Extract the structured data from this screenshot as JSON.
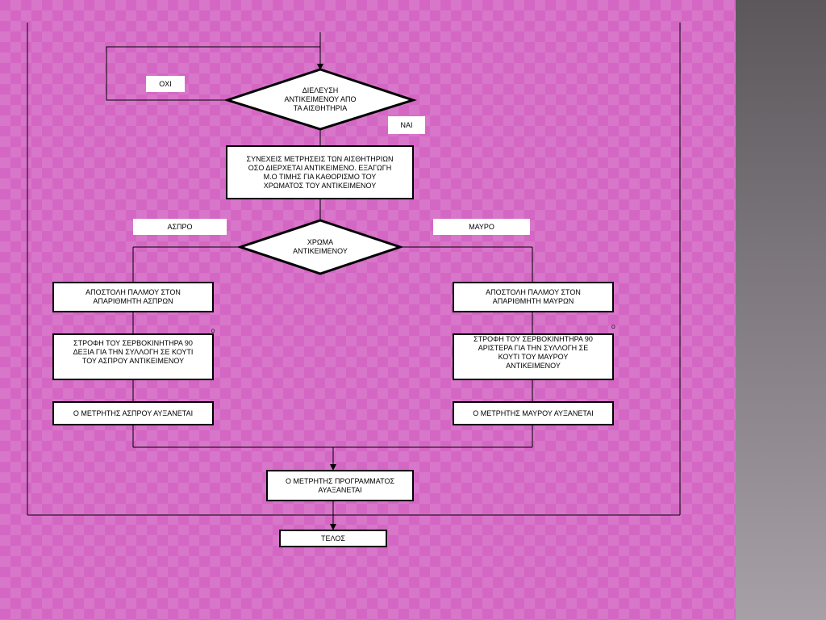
{
  "nodes": {
    "object_pass": "ΔΙΕΛΕΥΣΗ\nΑΝΤΙΚΕΙΜΕΝΟΥ ΑΠΟ\nΤΑ ΑΙΣΘΗΤΗΡΙΑ",
    "continuous_measure": "ΣΥΝΕΧΕΙΣ  ΜΕΤΡΗΣΕΙΣ ΤΩΝ ΑΙΣΘΗΤΗΡΙΩΝ\nΟΣΟ ΔΙΕΡΧΕΤΑΙ ΑΝΤΙΚΕΙΜΕΝΟ.  ΕΞΑΓΩΓΗ\nΜ.Ο ΤΙΜΗΣ ΓΙΑ ΚΑΘΟΡΙΣΜΟ ΤΟΥ\nΧΡΩΜΑΤΟΣ ΤΟΥ ΑΝΤΙΚΕΙΜΕΝΟΥ",
    "object_color": "ΧΡΩΜΑ\nΑΝΤΙΚΕΙΜΕΝΟΥ",
    "pulse_white": "ΑΠΟΣΤΟΛΗ ΠΑΛΜΟΥ ΣΤΟΝ\nΑΠΑΡΙΘΜΗΤΗ ΑΣΠΡΩΝ",
    "pulse_black": "ΑΠΟΣΤΟΛΗ ΠΑΛΜΟΥ ΣΤΟΝ\nΑΠΑΡΙΘΜΗΤΗ ΜΑΥΡΩΝ",
    "servo_white": "ΣΤΡΟΦΗ  ΤΟΥ ΣΕΡΒΟΚΙΝΗΤΗΡΑ 90\nΔΕΞΙΑ ΓΙΑ ΤΗΝ ΣΥΛΛΟΓΗ ΣΕ ΚΟΥΤΙ\nΤΟΥ ΑΣΠΡΟΥ ΑΝΤΙΚΕΙΜΕΝΟΥ",
    "servo_black": "ΣΤΡΟΦΗ  ΤΟΥ ΣΕΡΒΟΚΙΝΗΤΗΡΑ 90\nΑΡΙΣΤΕΡΑ ΓΙΑ ΤΗΝ ΣΥΛΛΟΓΗ ΣΕ\nΚΟΥΤΙ ΤΟΥ ΜΑΥΡΟΥ\nΑΝΤΙΚΕΙΜΕΝΟΥ",
    "counter_white": "Ο ΜΕΤΡΗΤΗΣ ΑΣΠΡΟΥ ΑΥΞΑΝΕΤΑΙ",
    "counter_black": "Ο ΜΕΤΡΗΤΗΣ ΜΑΥΡΟΥ ΑΥΞΑΝΕΤΑΙ",
    "program_counter": "Ο ΜΕΤΡΗΤΗΣ ΠΡΟΓΡΑΜΜΑΤΟΣ\nΑΥΑΞΑΝΕΤΑΙ",
    "end": "ΤΕΛΟΣ"
  },
  "labels": {
    "no": "ΟΧΙ",
    "yes": "ΝΑΙ",
    "white": "ΑΣΠΡΟ",
    "black": "ΜΑΥΡΟ"
  },
  "degree_mark": "O",
  "colors": {
    "background": "#d467c4",
    "side_panel": "#6a666a",
    "box_fill": "#ffffff",
    "stroke": "#000000"
  }
}
